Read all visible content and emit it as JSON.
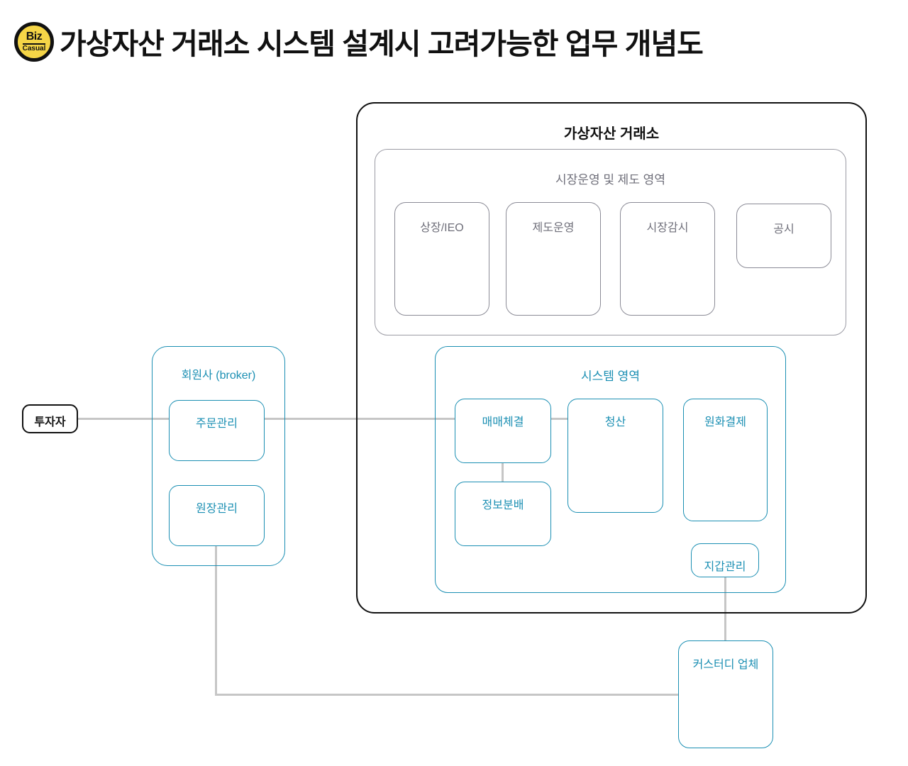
{
  "header": {
    "logo": {
      "line1": "Biz",
      "line2": "Casual",
      "bg_color": "#f5d547",
      "border_color": "#111111"
    },
    "title": "가상자산 거래소 시스템 설계시 고려가능한 업무 개념도"
  },
  "diagram": {
    "exchange": {
      "label": "가상자산 거래소",
      "border_color": "#111111",
      "market_region": {
        "label": "시장운영 및 제도 영역",
        "border_color": "#9b9ba4",
        "text_color": "#6f6f7a",
        "boxes": [
          {
            "label": "상장/IEO"
          },
          {
            "label": "제도운영"
          },
          {
            "label": "시장감시"
          },
          {
            "label": "공시"
          }
        ]
      },
      "system_region": {
        "label": "시스템 영역",
        "border_color": "#1b8fb3",
        "text_color": "#1b8fb3",
        "boxes": [
          {
            "label": "매매체결"
          },
          {
            "label": "정보분배"
          },
          {
            "label": "청산"
          },
          {
            "label": "원화결제"
          },
          {
            "label": "지갑관리"
          }
        ]
      }
    },
    "broker": {
      "label": "회원사 (broker)",
      "border_color": "#1b8fb3",
      "boxes": [
        {
          "label": "주문관리"
        },
        {
          "label": "원장관리"
        }
      ]
    },
    "investor": {
      "label": "투자자",
      "border_color": "#111111"
    },
    "custody": {
      "label": "커스터디 업체",
      "border_color": "#1b8fb3"
    },
    "connector_color": "#c6c6c6"
  }
}
